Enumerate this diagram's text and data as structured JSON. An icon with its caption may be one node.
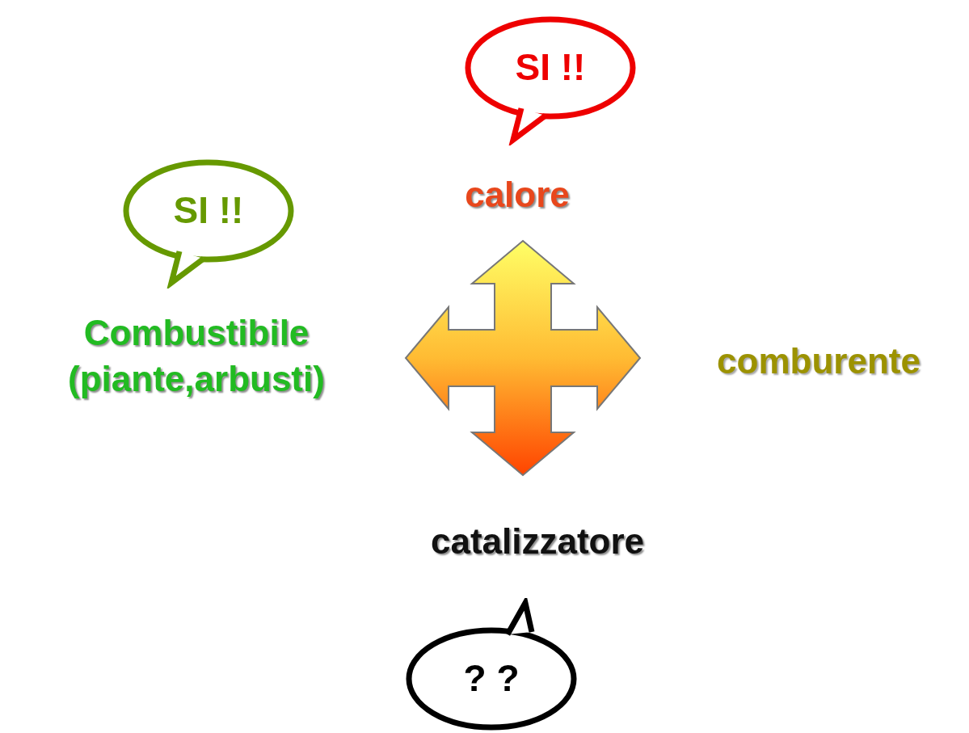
{
  "diagram": {
    "nodes": [
      {
        "text": [
          "SI !!"
        ]
      },
      {
        "text": [
          "calore"
        ]
      },
      {
        "text": [
          "SI !!"
        ]
      },
      {
        "text": [
          "Combustibile (piante,arbusti)"
        ]
      },
      {
        "text": [
          "comburente"
        ]
      },
      {
        "text": [
          "catalizzatore"
        ]
      },
      {
        "text": [
          "? ?"
        ]
      }
    ]
  }
}
